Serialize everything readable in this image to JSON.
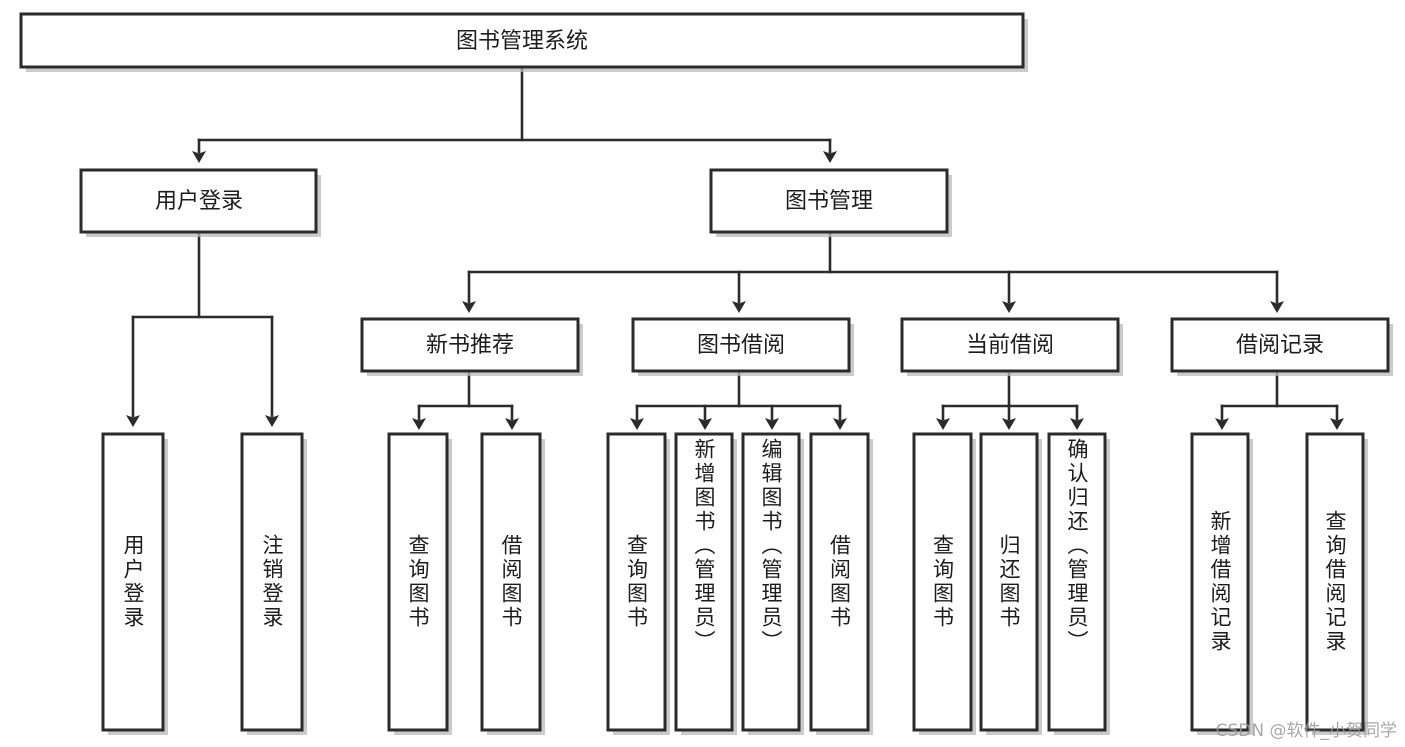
{
  "diagram": {
    "type": "tree",
    "title": "图书管理系统",
    "watermark": "CSDN @软件_小贺同学",
    "root": {
      "id": "root",
      "label": "图书管理系统"
    },
    "level2": [
      {
        "id": "user-login",
        "label": "用户登录"
      },
      {
        "id": "book-manage",
        "label": "图书管理"
      }
    ],
    "level3": [
      {
        "id": "new-book-rec",
        "label": "新书推荐",
        "parent": "book-manage"
      },
      {
        "id": "book-borrow",
        "label": "图书借阅",
        "parent": "book-manage"
      },
      {
        "id": "current-borrow",
        "label": "当前借阅",
        "parent": "book-manage"
      },
      {
        "id": "borrow-record",
        "label": "借阅记录",
        "parent": "book-manage"
      }
    ],
    "leaves": [
      {
        "id": "leaf-user-login",
        "label": "用户登录",
        "parent": "user-login"
      },
      {
        "id": "leaf-logout",
        "label": "注销登录",
        "parent": "user-login"
      },
      {
        "id": "leaf-query-book-1",
        "label": "查询图书",
        "parent": "new-book-rec"
      },
      {
        "id": "leaf-borrow-book-1",
        "label": "借阅图书",
        "parent": "new-book-rec"
      },
      {
        "id": "leaf-query-book-2",
        "label": "查询图书",
        "parent": "book-borrow"
      },
      {
        "id": "leaf-add-book",
        "label": "新增图书（管理员）",
        "parent": "book-borrow"
      },
      {
        "id": "leaf-edit-book",
        "label": "编辑图书（管理员）",
        "parent": "book-borrow"
      },
      {
        "id": "leaf-borrow-book-2",
        "label": "借阅图书",
        "parent": "book-borrow"
      },
      {
        "id": "leaf-query-book-3",
        "label": "查询图书",
        "parent": "current-borrow"
      },
      {
        "id": "leaf-return-book",
        "label": "归还图书",
        "parent": "current-borrow"
      },
      {
        "id": "leaf-confirm-return",
        "label": "确认归还（管理员）",
        "parent": "current-borrow"
      },
      {
        "id": "leaf-add-record",
        "label": "新增借阅记录",
        "parent": "borrow-record"
      },
      {
        "id": "leaf-query-record",
        "label": "查询借阅记录",
        "parent": "borrow-record"
      }
    ],
    "colors": {
      "box_stroke": "#2b2b2b",
      "box_fill": "#ffffff",
      "connector": "#2b2b2b",
      "text": "#1c1c1c",
      "watermark": "#9a9a9a",
      "background": "#ffffff"
    }
  }
}
